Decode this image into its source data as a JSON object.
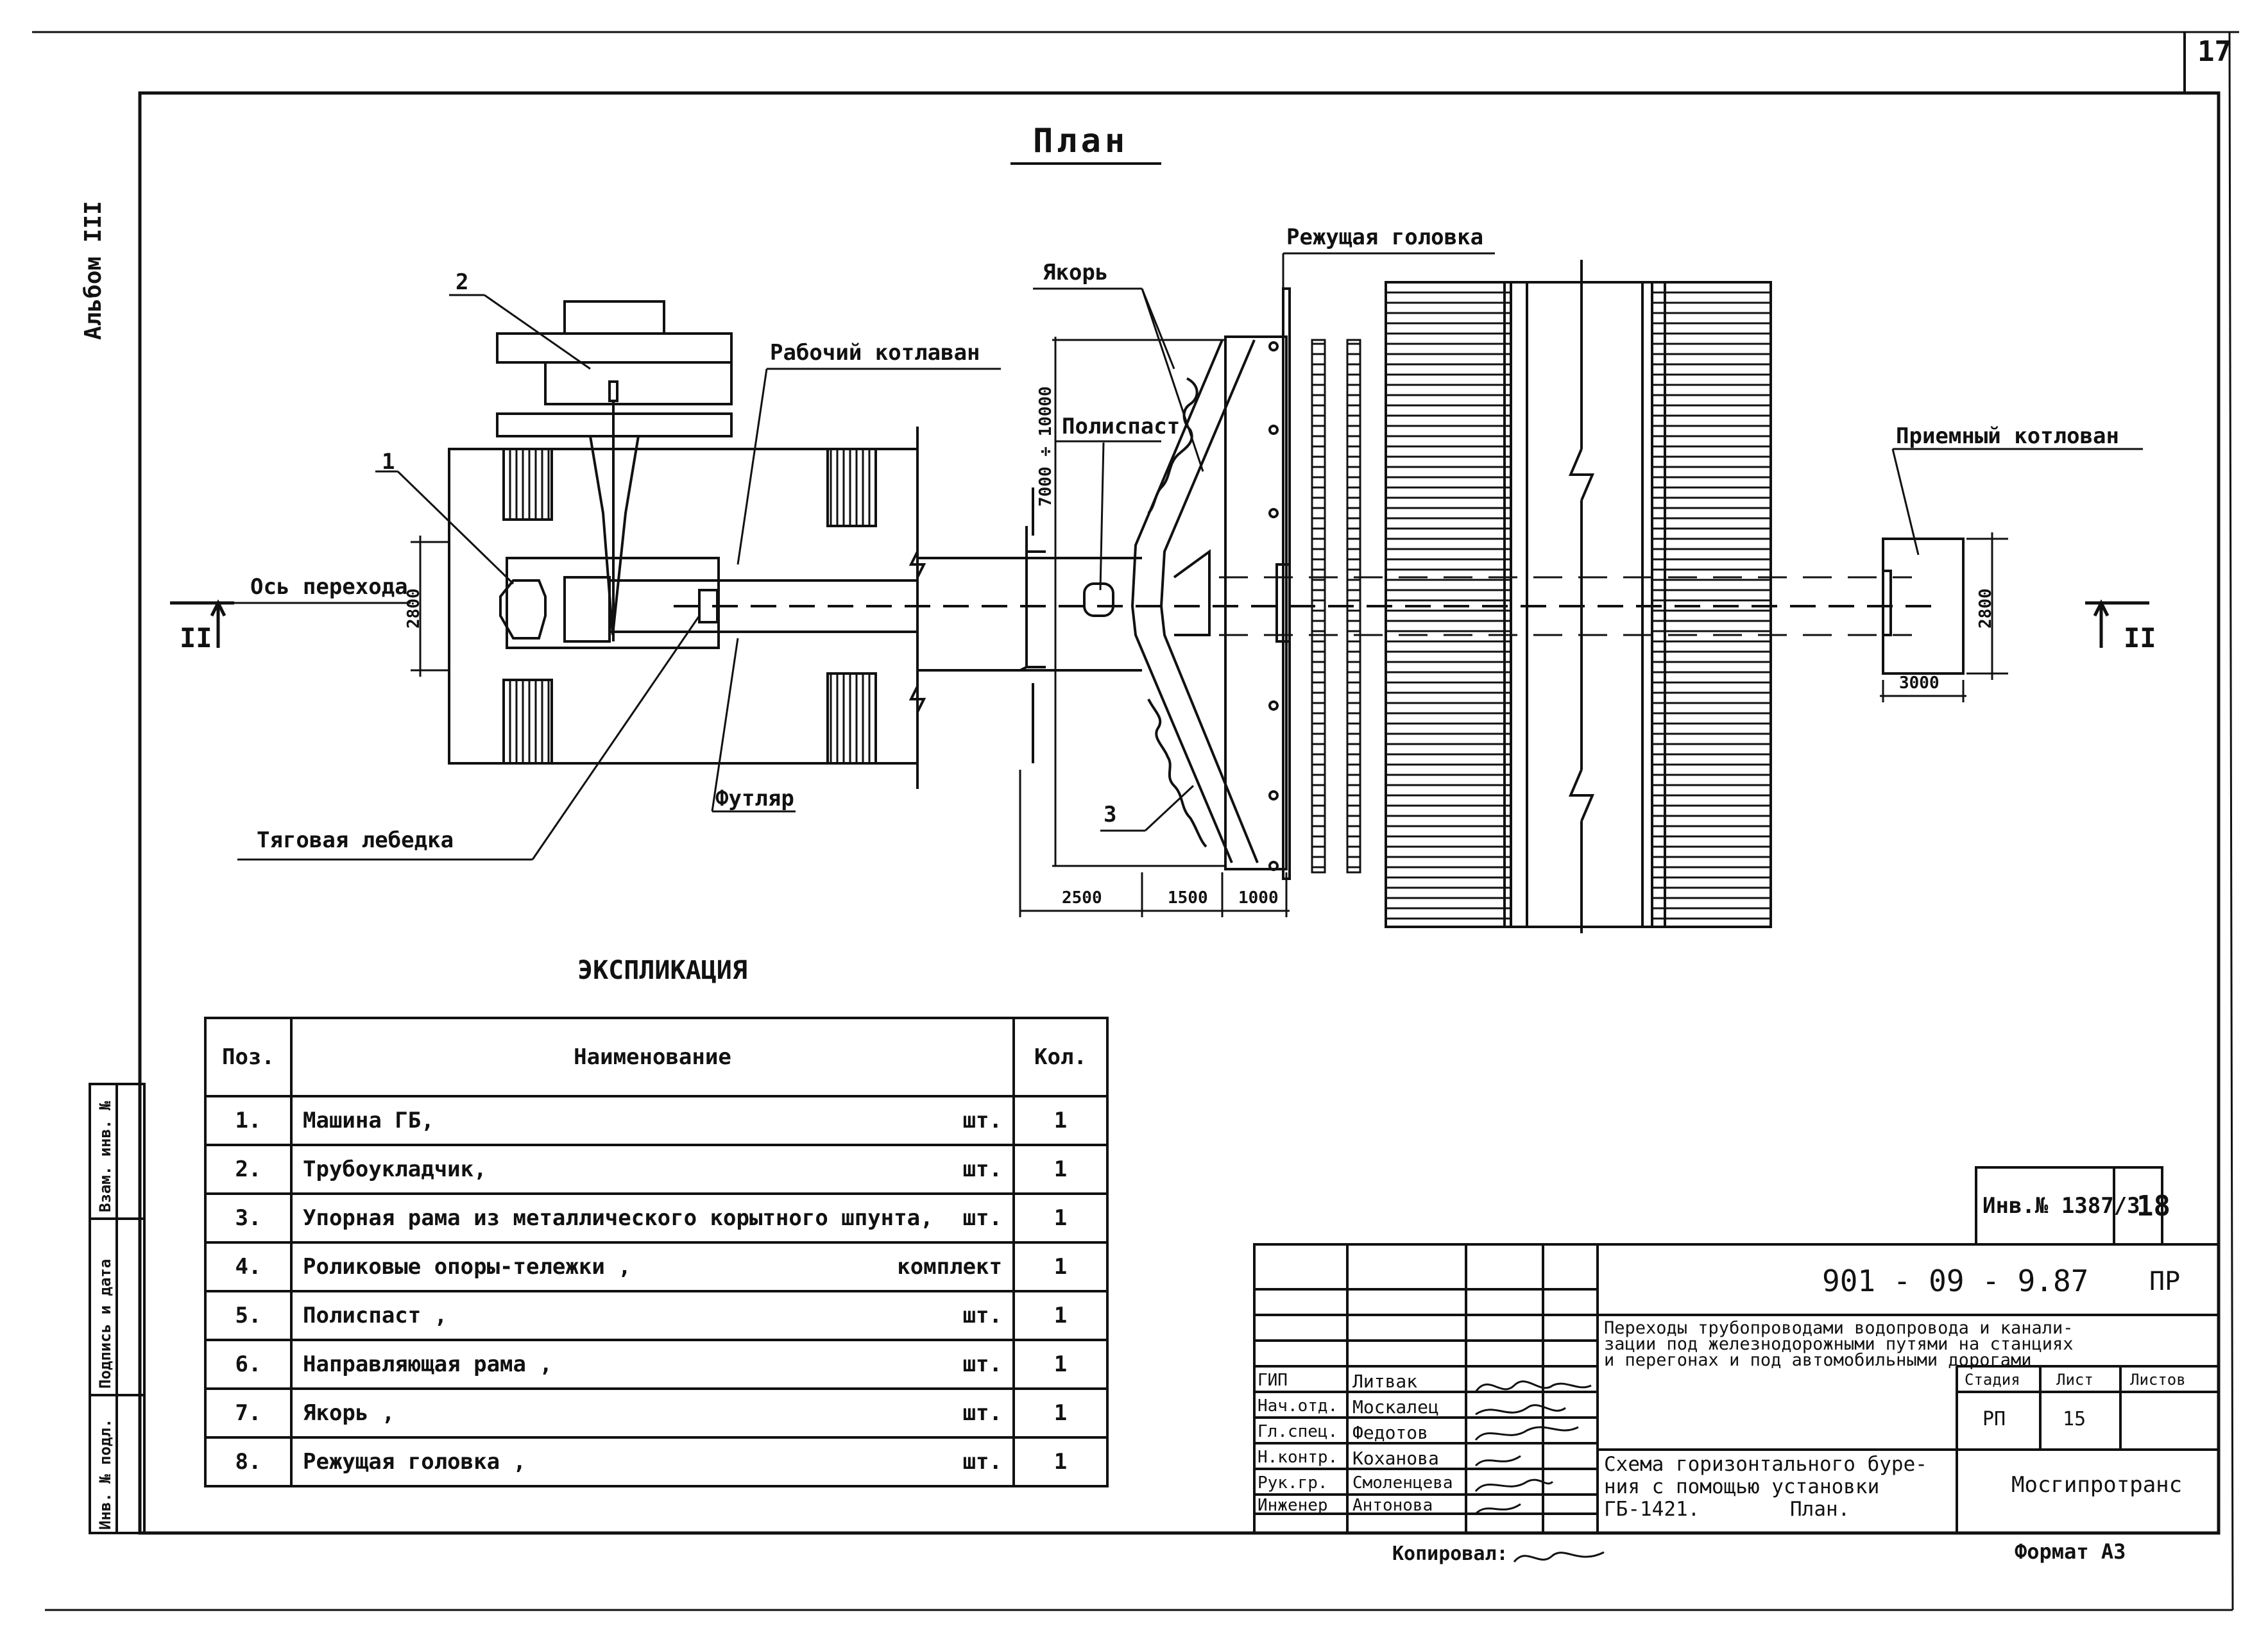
{
  "sheet": {
    "page_number": "17",
    "album": "Альбом III",
    "copied_by_label": "Копировал:",
    "format_label": "Формат А3"
  },
  "plan": {
    "title": "План",
    "labels": {
      "working_pit": "Рабочий котлаван",
      "receiving_pit": "Приемный котлован",
      "crossing_axis": "Ось перехода",
      "winch": "Тяговая лебедка",
      "casing": "Футляр",
      "anchor": "Якорь",
      "pulley": "Полиспаст",
      "cutting_head": "Режущая головка",
      "callout_1": "1",
      "callout_2": "2",
      "callout_3": "3",
      "section_left": "II",
      "section_right": "II"
    },
    "dimensions": {
      "pit_width_left": "2800",
      "pit_width_right": "2800",
      "receiving_pit_length": "3000",
      "pulley_span": "7000 ÷ 10000",
      "dim_2500": "2500",
      "dim_1500": "1500",
      "dim_1000": "1000"
    }
  },
  "explication": {
    "title": "ЭКСПЛИКАЦИЯ",
    "headers": {
      "pos": "Поз.",
      "name": "Наименование",
      "qty": "Кол."
    },
    "rows": [
      {
        "pos": "1.",
        "name": "Машина ГБ,",
        "unit": "шт.",
        "qty": "1"
      },
      {
        "pos": "2.",
        "name": "Трубоукладчик,",
        "unit": "шт.",
        "qty": "1"
      },
      {
        "pos": "3.",
        "name": "Упорная рама из металлического корытного шпунта,",
        "unit": "шт.",
        "qty": "1"
      },
      {
        "pos": "4.",
        "name": "Роликовые опоры-тележки ,",
        "unit": "комплект",
        "qty": "1"
      },
      {
        "pos": "5.",
        "name": "Полиспаст ,",
        "unit": "шт.",
        "qty": "1"
      },
      {
        "pos": "6.",
        "name": "Направляющая рама ,",
        "unit": "шт.",
        "qty": "1"
      },
      {
        "pos": "7.",
        "name": "Якорь ,",
        "unit": "шт.",
        "qty": "1"
      },
      {
        "pos": "8.",
        "name": "Режущая головка ,",
        "unit": "шт.",
        "qty": "1"
      }
    ]
  },
  "left_strip": {
    "inv_no": "Инв. № подл.",
    "sign_date": "Подпись и дата",
    "replaces": "Взам. инв. №"
  },
  "title_block": {
    "inventory": "Инв.№ 1387/3",
    "inventory_sheet": "18",
    "code": "901 - 09 - 9.87",
    "code_suffix": "ПР",
    "project_title_1": "Переходы трубопроводами водопровода и канали-",
    "project_title_2": "зации под железнодорожными путями на станциях",
    "project_title_3": "и перегонах и под автомобильными дорогами",
    "stage_header": "Стадия",
    "sheet_header": "Лист",
    "sheets_header": "Листов",
    "stage": "РП",
    "sheet": "15",
    "drawing_title_1": "Схема горизонтального буре-",
    "drawing_title_2": "ния с помощью установки",
    "drawing_title_3": "ГБ-1421.",
    "drawing_title_4": "План.",
    "organization": "Мосгипротранс",
    "signatures": [
      {
        "role": "ГИП",
        "name": "Литвак"
      },
      {
        "role": "Нач.отд.",
        "name": "Москалец"
      },
      {
        "role": "Гл.спец.",
        "name": "Федотов"
      },
      {
        "role": "Н.контр.",
        "name": "Коханова"
      },
      {
        "role": "Рук.гр.",
        "name": "Смоленцева"
      },
      {
        "role": "Инженер",
        "name": "Антонова"
      }
    ]
  }
}
